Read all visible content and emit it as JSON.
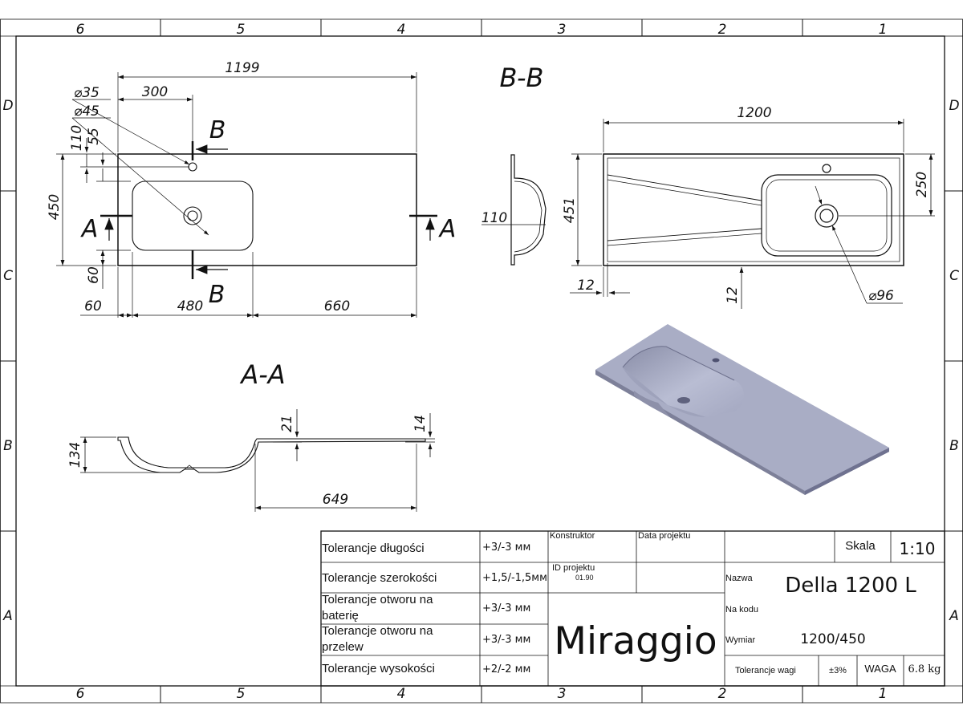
{
  "border": {
    "columns": [
      "6",
      "5",
      "4",
      "3",
      "2",
      "1"
    ],
    "rows": [
      "D",
      "C",
      "B",
      "A"
    ]
  },
  "top_view": {
    "dims": {
      "overall_length": "1199",
      "bowl_offset": "300",
      "tap_hole": "⌀35",
      "drain_hole": "⌀45",
      "d110": "110",
      "d55": "55",
      "width": "450",
      "d60_v": "60",
      "d60_h": "60",
      "bowl_length": "480",
      "shelf_length": "660"
    },
    "section_letter_a": "A",
    "section_letter_b": "B"
  },
  "side_view": {
    "dims": {
      "depth": "110"
    }
  },
  "section_bb": {
    "title": "B-B",
    "dims": {
      "length": "1200",
      "width": "451",
      "d250": "250",
      "d12_h": "12",
      "d12_v": "12",
      "drain": "⌀96"
    }
  },
  "section_aa": {
    "title": "A-A",
    "dims": {
      "height": "134",
      "d21": "21",
      "d14": "14",
      "d649": "649"
    }
  },
  "title_block": {
    "tolerances": [
      {
        "label": "Tolerancje długości",
        "value": "+3/-3 мм"
      },
      {
        "label": "Tolerancje szerokości",
        "value": "+1,5/-1,5мм"
      },
      {
        "label": "Tolerancje otworu na baterię",
        "value": "+3/-3 мм"
      },
      {
        "label": "Tolerancje otworu na przelew",
        "value": "+3/-3 мм"
      },
      {
        "label": "Tolerancje wysokości",
        "value": "+2/-2 мм"
      }
    ],
    "konstruktor_label": "Konstruktor",
    "data_projektu_label": "Data projektu",
    "id_projektu_label": "ID projektu",
    "id_projektu_value": "01.90",
    "brand": "Miraggio",
    "skala_label": "Skala",
    "skala_value": "1:10",
    "nazwa_label": "Nazwa",
    "nazwa_value": "Della 1200 L",
    "na_kodu_label": "Na kodu",
    "wymiar_label": "Wymiar",
    "wymiar_value": "1200/450",
    "tolerancje_wagi_label": "Tolerancje wagi",
    "tolerancje_wagi_value": "±3%",
    "waga_label": "WAGA",
    "waga_value": "6.8 kg"
  },
  "colors": {
    "render_top": "#a8acc4",
    "render_edge": "#7c7f98",
    "line": "#111111"
  }
}
